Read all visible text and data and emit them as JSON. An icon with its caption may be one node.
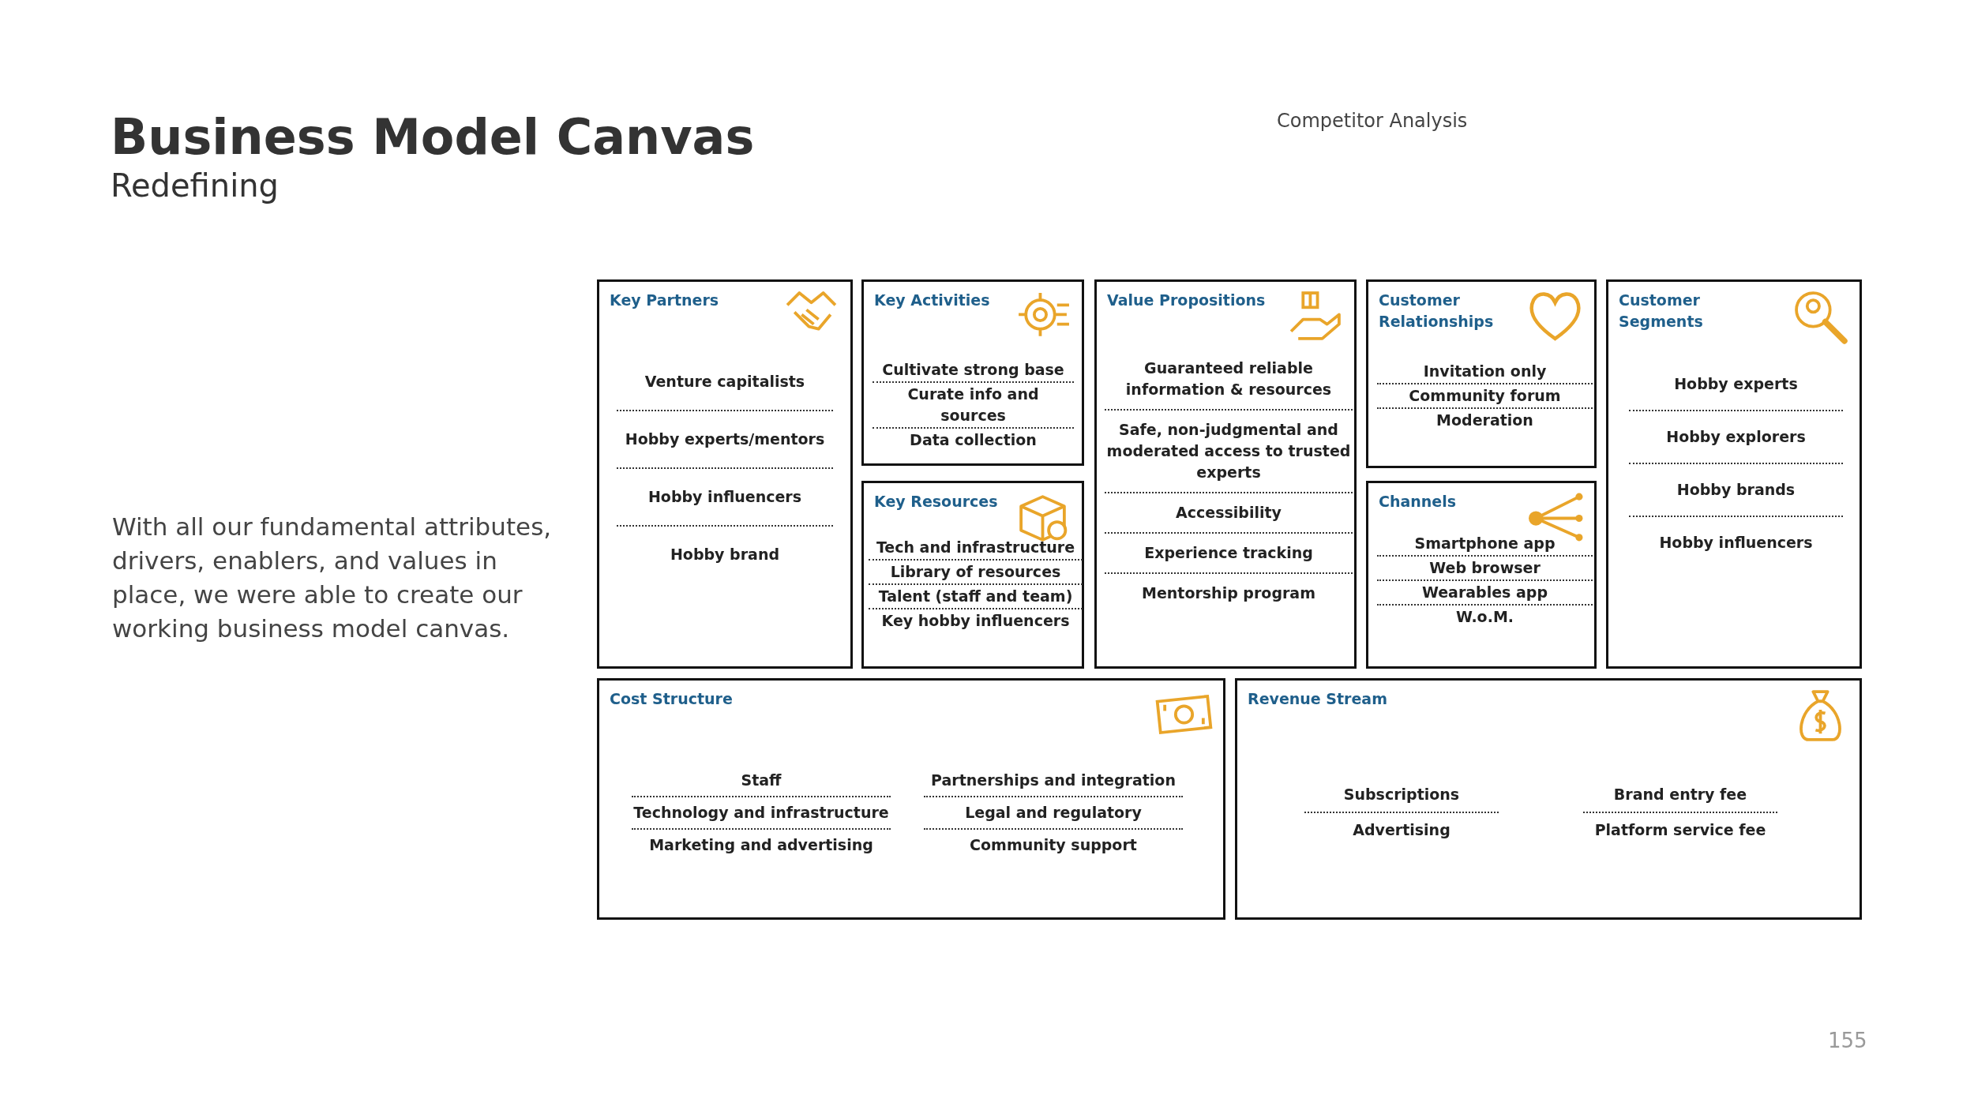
{
  "diagram": {
    "title": "Business Model Canvas",
    "nodes": [
      {
        "text": [
          "Key Partners",
          "Venture capitalists",
          "Hobby experts/mentors",
          "Hobby influencers",
          "Hobby brand"
        ]
      },
      {
        "text": [
          "Key Activities",
          "Cultivate strong base",
          "Curate info and sources",
          "Data collection"
        ]
      },
      {
        "text": [
          "Key Resources",
          "Tech and infrastructure",
          "Library of resources",
          "Talent (staff and team)",
          "Key hobby influencers"
        ]
      },
      {
        "text": [
          "Value Propositions",
          "Guaranteed reliable information & resources",
          "Safe, non-judgmental and moderated access to trusted experts",
          "Accessibility",
          "Experience tracking",
          "Mentorship program"
        ]
      },
      {
        "text": [
          "Customer Relationships",
          "Invitation only",
          "Community forum",
          "Moderation"
        ]
      },
      {
        "text": [
          "Channels",
          "Smartphone app",
          "Web browser",
          "Wearables app",
          "W.o.M."
        ]
      },
      {
        "text": [
          "Customer Segments",
          "Hobby experts",
          "Hobby explorers",
          "Hobby brands",
          "Hobby influencers"
        ]
      },
      {
        "text": [
          "Cost Structure",
          "Staff",
          "Technology and infrastructure",
          "Marketing and advertising",
          "Partnerships and integration",
          "Legal and regulatory",
          "Community support"
        ]
      },
      {
        "text": [
          "Revenue Stream",
          "Subscriptions",
          "Advertising",
          "Brand entry fee",
          "Platform service fee"
        ]
      }
    ],
    "edges": [],
    "labels": [
      "Redefining",
      "Competitor Analysis",
      "With all our fundamental attributes, drivers, enablers, and values in place, we were able to create our working business model canvas.",
      "155"
    ]
  }
}
